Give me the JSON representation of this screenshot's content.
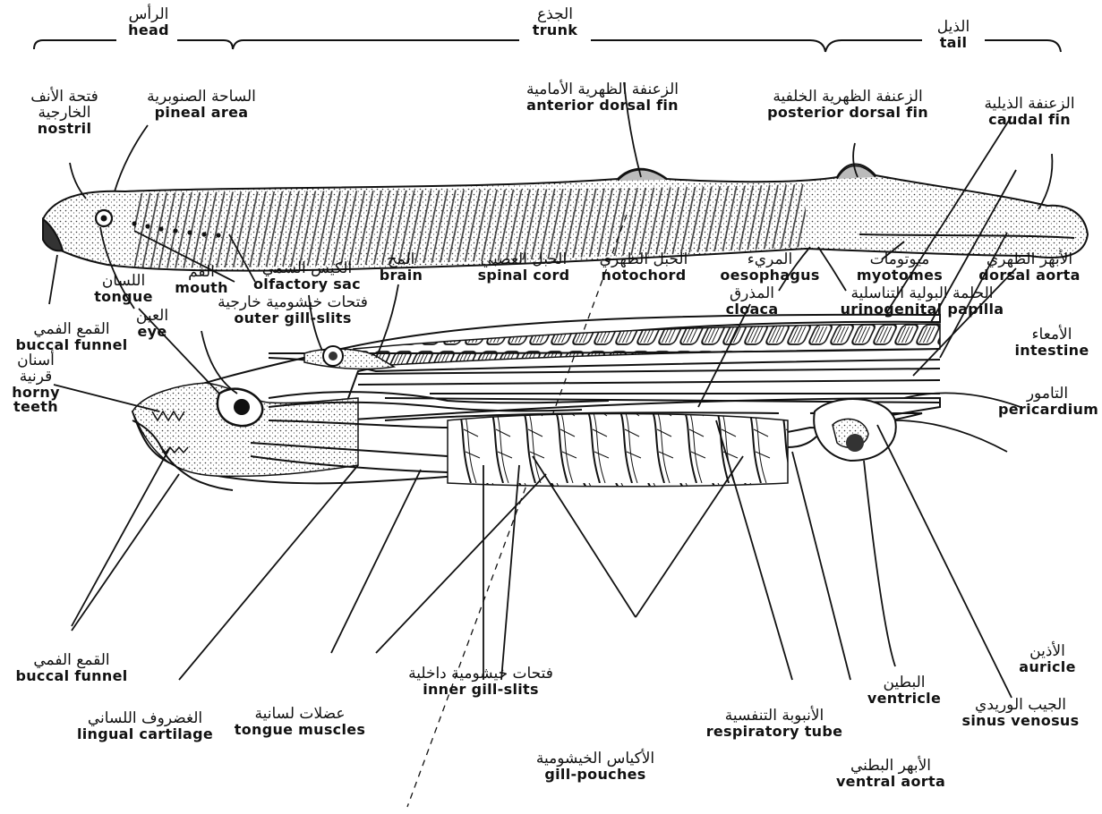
{
  "regions": {
    "head": {
      "ar": "الرأس",
      "en": "head"
    },
    "trunk": {
      "ar": "الجذع",
      "en": "trunk"
    },
    "tail": {
      "ar": "الذيل",
      "en": "tail"
    }
  },
  "external_labels": {
    "nostril": {
      "ar1": "فتحة الأنف",
      "ar2": "الخارجية",
      "en": "nostril"
    },
    "pineal": {
      "ar": "الساحة الصنوبرية",
      "en": "pineal area"
    },
    "anterior_fin": {
      "ar": "الزعنفة الظهرية الأمامية",
      "en": "anterior dorsal fin"
    },
    "posterior_fin": {
      "ar": "الزعنفة الظهرية الخلفية",
      "en": "posterior dorsal fin"
    },
    "caudal_fin": {
      "ar": "الزعنفة الذيلية",
      "en": "caudal fin"
    },
    "buccal_funnel_top": {
      "ar": "القمع الفمي",
      "en": "buccal funnel"
    },
    "eye": {
      "ar": "العين",
      "en": "eye"
    },
    "outer_gill": {
      "ar": "فتحات خيشومية خارجية",
      "en": "outer gill-slits"
    },
    "cloaca": {
      "ar": "المذرق",
      "en": "cloaca"
    },
    "urinogenital": {
      "ar": "الحلمة البولية التناسلية",
      "en": "urinogenital papilla"
    }
  },
  "internal_labels": {
    "tongue": {
      "ar": "اللسان",
      "en": "tongue"
    },
    "mouth": {
      "ar": "الفم",
      "en": "mouth"
    },
    "olfactory": {
      "ar": "الكيس الشمي",
      "en": "olfactory sac"
    },
    "brain": {
      "ar": "المخ",
      "en": "brain"
    },
    "spinal": {
      "ar": "الحبل العصبي",
      "en": "spinal cord"
    },
    "notochord": {
      "ar": "الحبل الظهري",
      "en": "notochord"
    },
    "oesophagus": {
      "ar": "المريء",
      "en": "oesophagus"
    },
    "myotomes": {
      "ar": "ميوتومات",
      "en": "myotomes"
    },
    "dorsal_aorta": {
      "ar": "الأبهر الظهري",
      "en": "dorsal aorta"
    },
    "intestine": {
      "ar": "الأمعاء",
      "en": "intestine"
    },
    "pericardium": {
      "ar": "التامور",
      "en": "pericardium"
    },
    "horny_teeth": {
      "ar1": "أسنان",
      "ar2": "قرنية",
      "en1": "horny",
      "en2": "teeth"
    },
    "buccal_funnel_bottom": {
      "ar": "القمع الفمي",
      "en": "buccal funnel"
    },
    "auricle": {
      "ar": "الأذين",
      "en": "auricle"
    },
    "inner_gill": {
      "ar": "فتحات خيشومية داخلية",
      "en": "inner gill-slits"
    },
    "lingual": {
      "ar": "الغضروف اللساني",
      "en": "lingual cartilage"
    },
    "tongue_muscles": {
      "ar": "عضلات لسانية",
      "en": "tongue muscles"
    },
    "gill_pouches": {
      "ar": "الأكياس الخيشومية",
      "en": "gill-pouches"
    },
    "respiratory": {
      "ar": "الأنبوبة التنفسية",
      "en": "respiratory tube"
    },
    "ventricle": {
      "ar": "البطين",
      "en": "ventricle"
    },
    "ventral_aorta": {
      "ar": "الأبهر البطني",
      "en": "ventral aorta"
    },
    "sinus": {
      "ar": "الجيب الوريدي",
      "en": "sinus venosus"
    }
  }
}
